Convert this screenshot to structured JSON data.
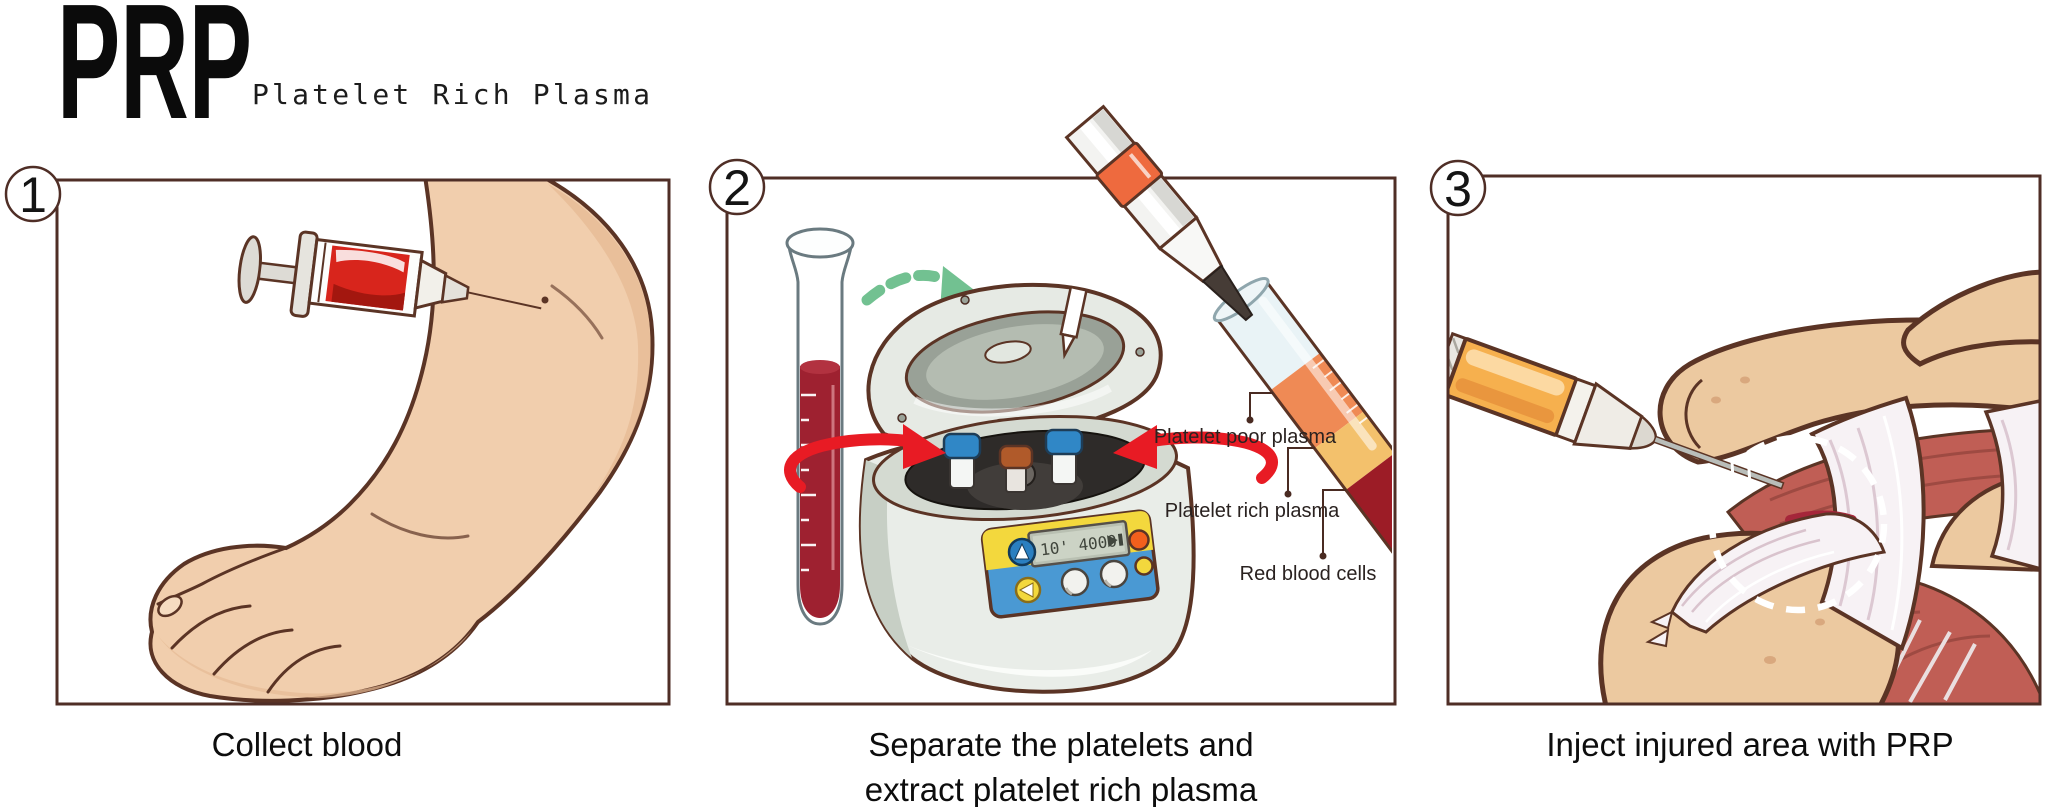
{
  "header": {
    "title": "PRP",
    "subtitle": "Platelet Rich Plasma"
  },
  "steps": [
    {
      "number": "1",
      "caption": "Collect blood"
    },
    {
      "number": "2",
      "caption_line1": "Separate the platelets and",
      "caption_line2": "extract platelet rich plasma",
      "centrifuge_display": "10' 4000",
      "tube_labels": {
        "platelet_poor_plasma": "Platelet poor plasma",
        "platelet_rich_plasma": "Platelet rich plasma",
        "red_blood_cells": "Red blood cells"
      }
    },
    {
      "number": "3",
      "caption": "Inject injured area with PRP"
    }
  ],
  "colors": {
    "panel_border": "#4f2e26",
    "outline": "#5b3425",
    "skin": "#f1cead",
    "blood_dark": "#9e2130",
    "blood_bright": "#d8251c",
    "arrow_green": "#72c191",
    "arrow_red": "#e81b24",
    "centrifuge_yellow": "#f3d83d",
    "centrifuge_blue": "#4a99d3",
    "tube_cap_blue": "#3087c6",
    "tube_cap_orange": "#b05a2a",
    "layer_plasma_clear": "#e9f3f6",
    "layer_platelet_poor": "#ef8a55",
    "layer_platelet_rich": "#f3c16c",
    "layer_red_cells": "#9c1c26",
    "prp_syringe_orange": "#f6b04e",
    "muscle": "#c05e55",
    "tendon": "#f7f2f5",
    "bone": "#ecc9a0"
  }
}
